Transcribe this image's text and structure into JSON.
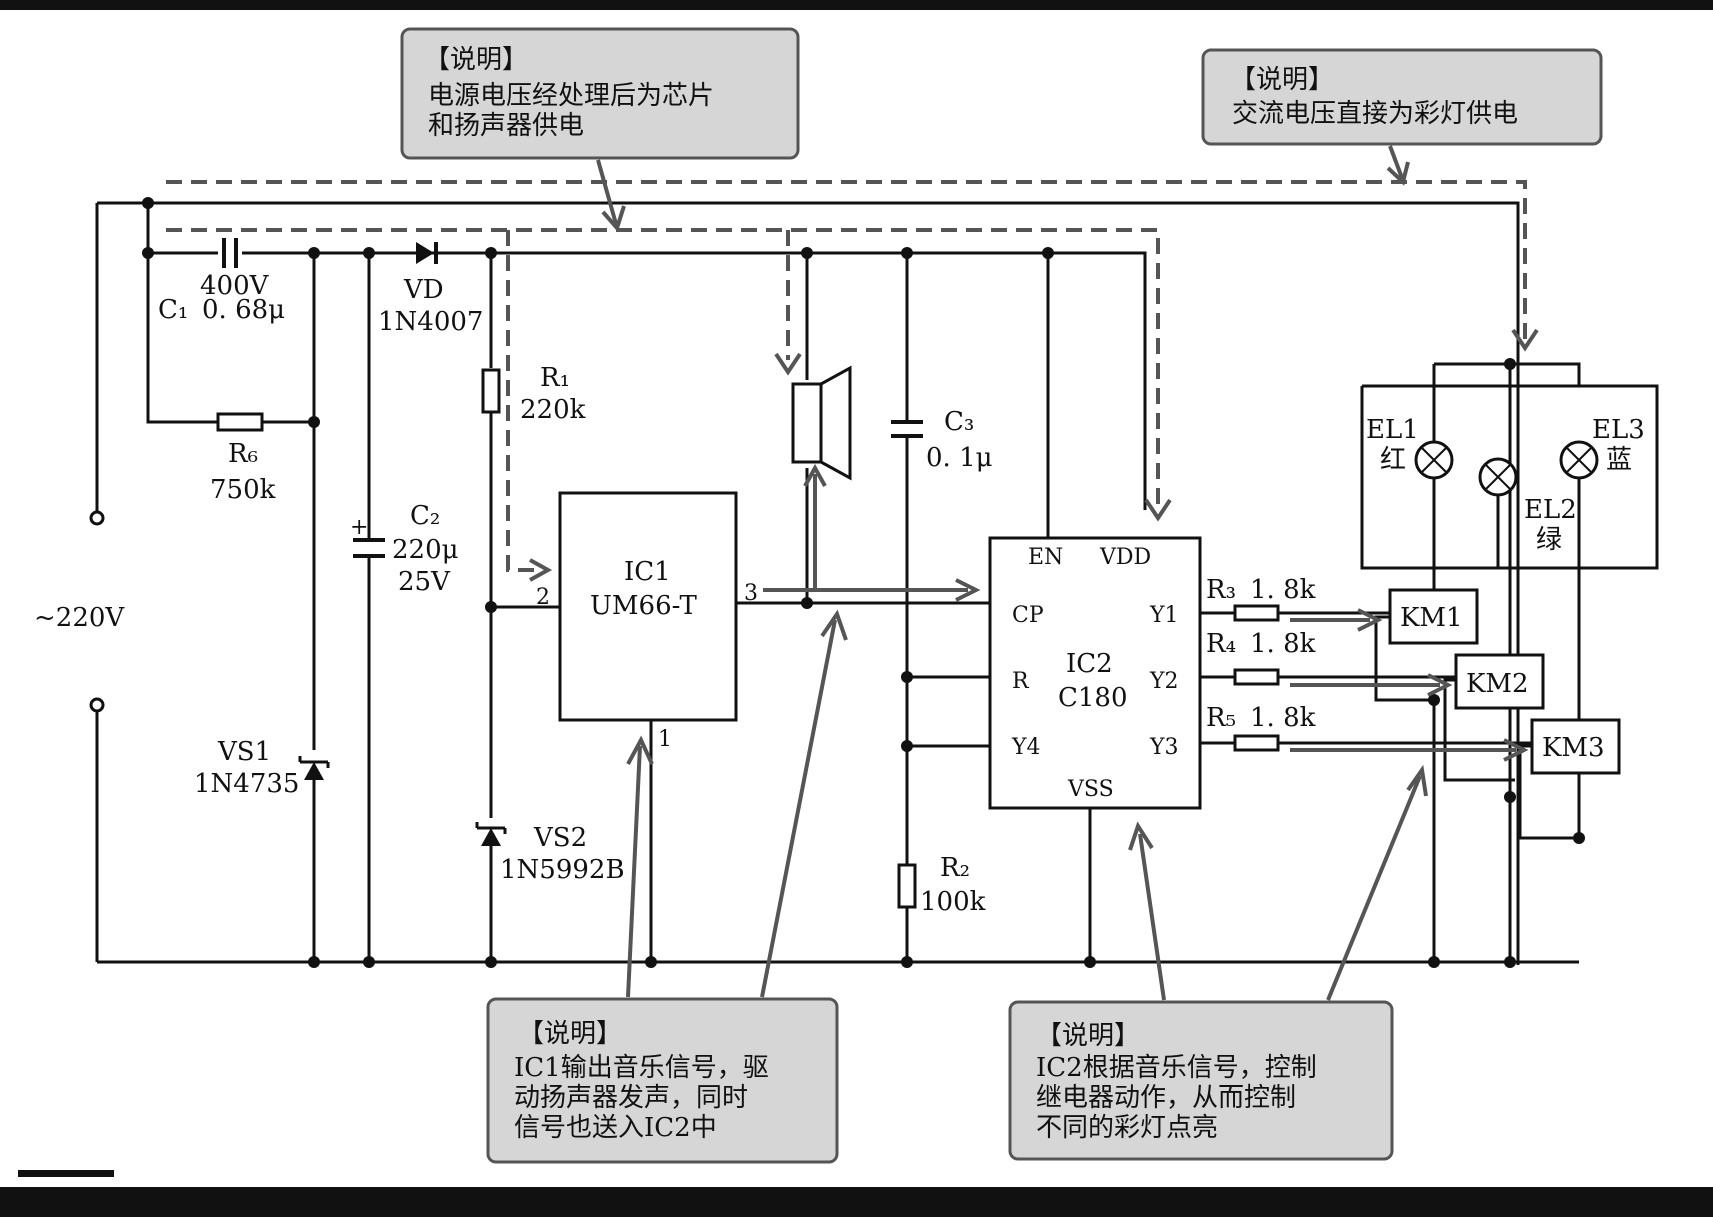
{
  "source_label": "~220V",
  "components": {
    "c1": {
      "ref": "C₁",
      "value": "0. 68μ",
      "rating": "400V"
    },
    "r6": {
      "ref": "R₆",
      "value": "750k"
    },
    "vs1": {
      "ref": "VS1",
      "part": "1N4735"
    },
    "c2": {
      "ref": "C₂",
      "value": "220μ",
      "rating": "25V",
      "polarity": "+"
    },
    "vd": {
      "ref": "VD",
      "part": "1N4007"
    },
    "r1": {
      "ref": "R₁",
      "value": "220k"
    },
    "vs2": {
      "ref": "VS2",
      "part": "1N5992B"
    },
    "ic1": {
      "ref": "IC1",
      "part": "UM66-T",
      "pin2": "2",
      "pin3": "3",
      "pin1": "1"
    },
    "c3": {
      "ref": "C₃",
      "value": "0. 1μ"
    },
    "r2": {
      "ref": "R₂",
      "value": "100k"
    },
    "ic2": {
      "ref": "IC2",
      "part": "C180",
      "pins": {
        "en": "EN",
        "vdd": "VDD",
        "cp": "CP",
        "r": "R",
        "y4": "Y4",
        "y1": "Y1",
        "y2": "Y2",
        "y3": "Y3",
        "vss": "VSS"
      }
    },
    "r3": {
      "ref": "R₃",
      "value": "1. 8k"
    },
    "r4": {
      "ref": "R₄",
      "value": "1. 8k"
    },
    "r5": {
      "ref": "R₅",
      "value": "1. 8k"
    },
    "km1": "KM1",
    "km2": "KM2",
    "km3": "KM3",
    "el1": {
      "ref": "EL1",
      "color": "红"
    },
    "el2": {
      "ref": "EL2",
      "color": "绿"
    },
    "el3": {
      "ref": "EL3",
      "color": "蓝"
    }
  },
  "notes": {
    "power": {
      "title": "【说明】",
      "lines": [
        "电源电压经处理后为芯片",
        "和扬声器供电"
      ]
    },
    "ac": {
      "title": "【说明】",
      "lines": [
        "交流电压直接为彩灯供电"
      ]
    },
    "ic1": {
      "title": "【说明】",
      "lines": [
        "IC1输出音乐信号，驱",
        "动扬声器发声，同时",
        "信号也送入IC2中"
      ]
    },
    "ic2": {
      "title": "【说明】",
      "lines": [
        "IC2根据音乐信号，控制",
        "继电器动作，从而控制",
        "不同的彩灯点亮"
      ]
    }
  }
}
